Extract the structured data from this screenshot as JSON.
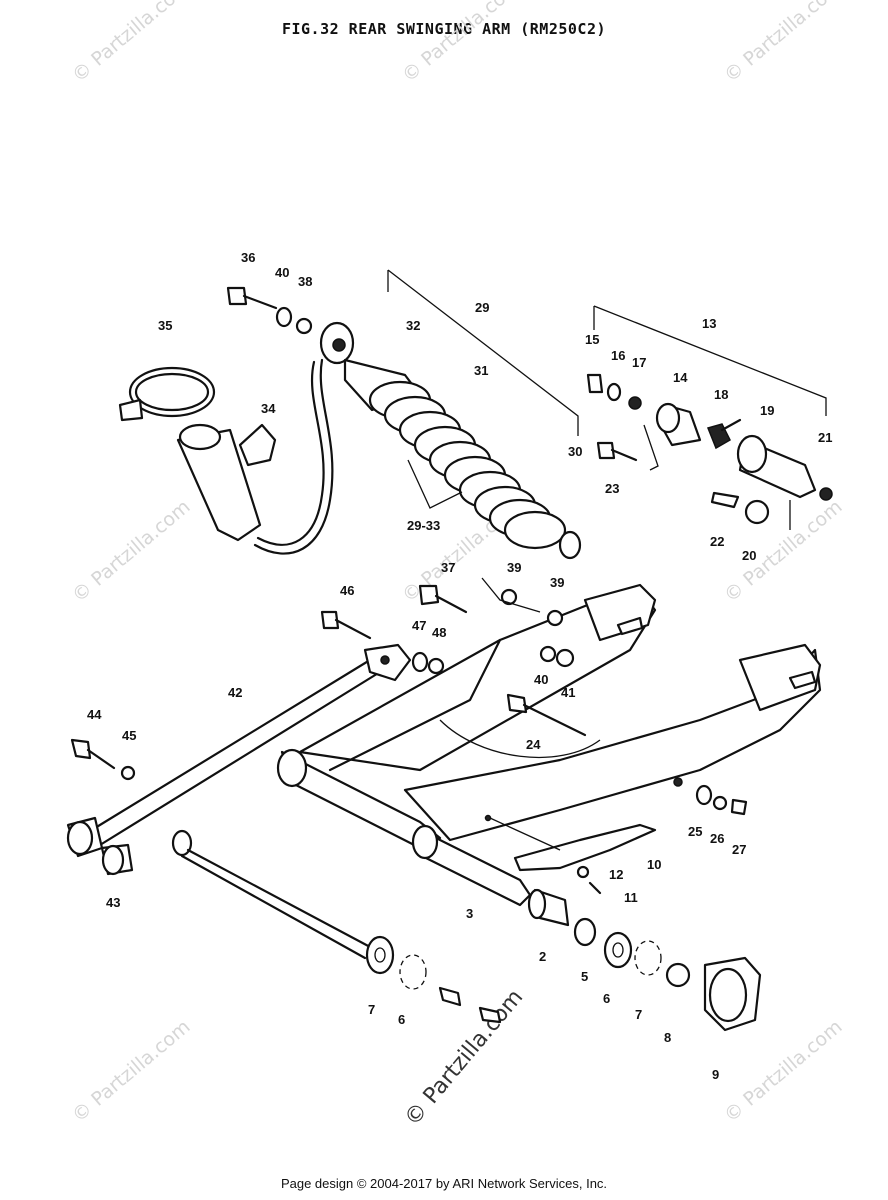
{
  "title": "FIG.32  REAR SWINGING ARM (RM250C2)",
  "footer": "Page design © 2004-2017 by ARI Network Services, Inc.",
  "watermark_text": "© Partzilla.com",
  "callouts": [
    "36",
    "40",
    "38",
    "35",
    "32",
    "29",
    "13",
    "15",
    "16",
    "17",
    "14",
    "18",
    "19",
    "21",
    "34",
    "31",
    "30",
    "23",
    "22",
    "20",
    "29-33",
    "37",
    "39",
    "39",
    "46",
    "47",
    "48",
    "40",
    "41",
    "42",
    "44",
    "45",
    "24",
    "25",
    "26",
    "27",
    "10",
    "12",
    "11",
    "43",
    "3",
    "2",
    "5",
    "6",
    "7",
    "8",
    "9",
    "7",
    "6"
  ]
}
